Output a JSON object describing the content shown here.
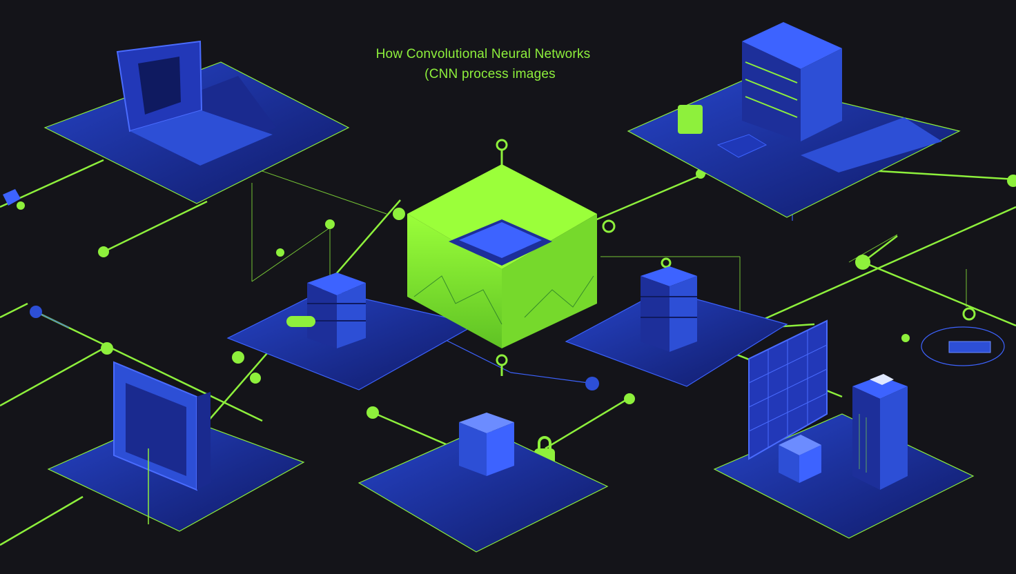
{
  "title": {
    "line1": "How Convolutional Neural Networks",
    "line2": "(CNN process  images"
  },
  "colors": {
    "background": "#141419",
    "accent_green": "#8ef03c",
    "node_blue": "#2d4fd6",
    "platform_blue": "#1f38b8"
  },
  "nodes": [
    {
      "name": "laptop-node",
      "icon": "laptop-icon"
    },
    {
      "name": "server-rack-node",
      "icon": "server-icon"
    },
    {
      "name": "cnn-core-cube",
      "icon": "processor-chip-icon"
    },
    {
      "name": "layer-stack-left",
      "icon": "stack-icon"
    },
    {
      "name": "layer-stack-right",
      "icon": "stack-icon"
    },
    {
      "name": "monitor-node",
      "icon": "monitor-icon"
    },
    {
      "name": "storage-box-node",
      "icon": "box-icon"
    },
    {
      "name": "image-grid-node",
      "icon": "image-grid-icon"
    },
    {
      "name": "tower-server-node",
      "icon": "server-icon"
    }
  ]
}
